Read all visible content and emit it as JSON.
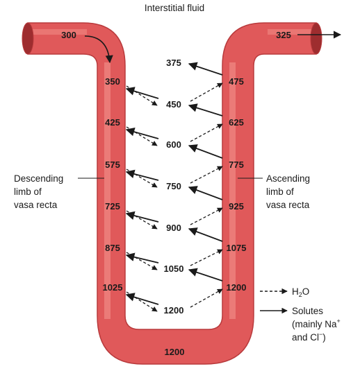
{
  "title": "Interstitial fluid",
  "inflow_value": "300",
  "outflow_value": "325",
  "bottom_value": "1200",
  "descending_values": [
    "350",
    "425",
    "575",
    "725",
    "875",
    "1025"
  ],
  "ascending_values": [
    "475",
    "625",
    "775",
    "925",
    "1075",
    "1200"
  ],
  "interstitial_values": [
    "375",
    "450",
    "600",
    "750",
    "900",
    "1050",
    "1200"
  ],
  "descending_label": [
    "Descending",
    "limb of",
    "vasa recta"
  ],
  "ascending_label": [
    "Ascending",
    "limb of",
    "vasa recta"
  ],
  "legend": {
    "water": {
      "prefix": "H",
      "sub": "2",
      "suffix": "O"
    },
    "solutes": {
      "line1": "Solutes",
      "line2_prefix": "(mainly Na",
      "line2_sup": "+",
      "line3_prefix": "and Cl",
      "line3_sup": "−",
      "line3_suffix": ")"
    }
  },
  "colors": {
    "vessel": "#e0595a",
    "vessel_dark": "#b83a3c",
    "vessel_light": "#f08a84",
    "arrow": "#1a1a1a"
  }
}
